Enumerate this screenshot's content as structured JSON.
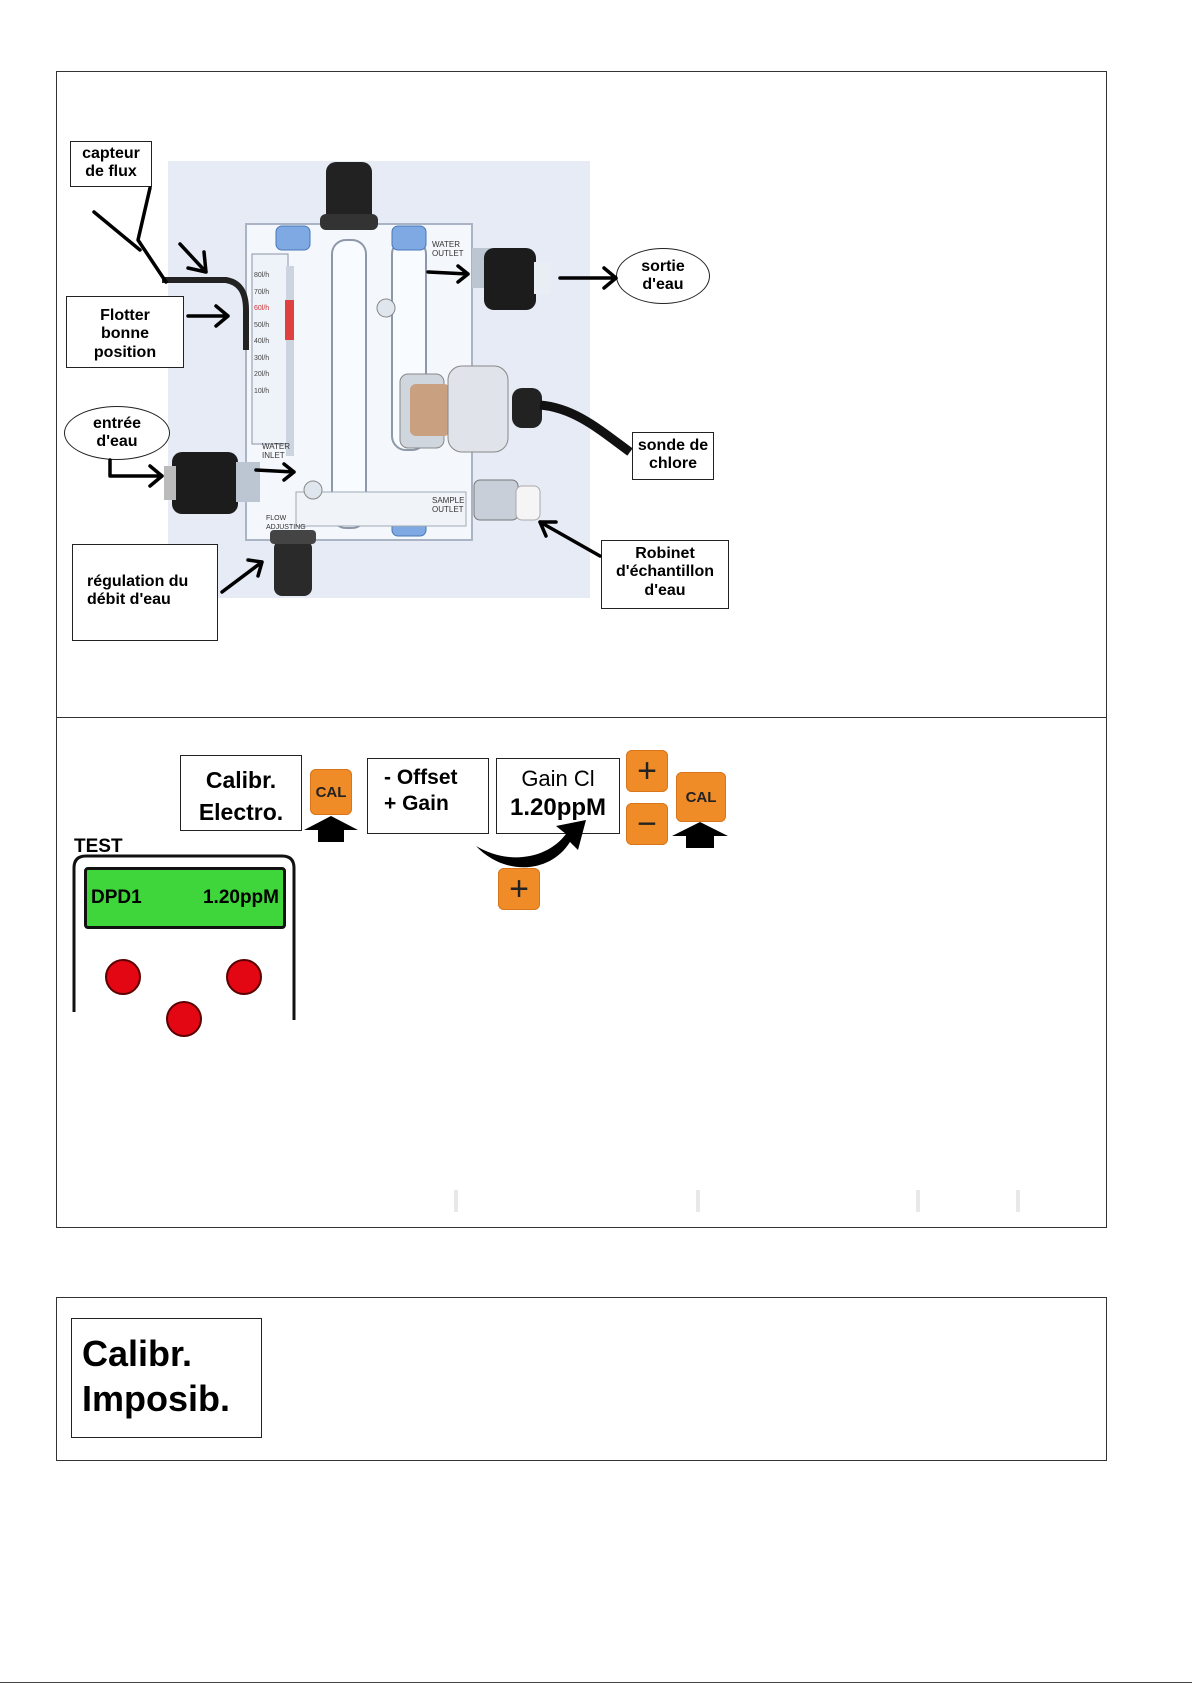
{
  "panel1": {
    "labels": {
      "capteur_flux": "capteur\nde flux",
      "flotter": "Flotter\nbonne\nposition",
      "entree_eau": "entrée\nd'eau",
      "regulation": "régulation du\ndébit d'eau",
      "sortie_eau": "sortie\nd'eau",
      "sonde_chlore": "sonde de\nchlore",
      "robinet": "Robinet\nd'échantillon\nd'eau"
    },
    "device_text": {
      "water_outlet": "WATER\nOUTLET",
      "water_inlet": "WATER\nINLET",
      "sample_outlet": "SAMPLE\nOUTLET",
      "flow_adjusting": "FLOW\nADJUSTING",
      "scale": [
        "80l/h",
        "70l/h",
        "60l/h",
        "50l/h",
        "40l/h",
        "30l/h",
        "20l/h",
        "10l/h"
      ]
    }
  },
  "panel2": {
    "calibr_box": "Calibr.\nElectro.",
    "offset_box": "- Offset\n+ Gain",
    "gain_title": "Gain Cl",
    "gain_value": "1.20ppM",
    "cal_label": "CAL",
    "plus": "+",
    "minus": "−",
    "test_label": "TEST",
    "lcd_left": "DPD1",
    "lcd_right": "1.20ppM"
  },
  "panel3": {
    "message": "Calibr.\nImposib."
  },
  "colors": {
    "orange": "#f08c28",
    "lcd_green": "#3ed63a",
    "red_button": "#e30613",
    "photo_bg": "#e6ebf6"
  }
}
